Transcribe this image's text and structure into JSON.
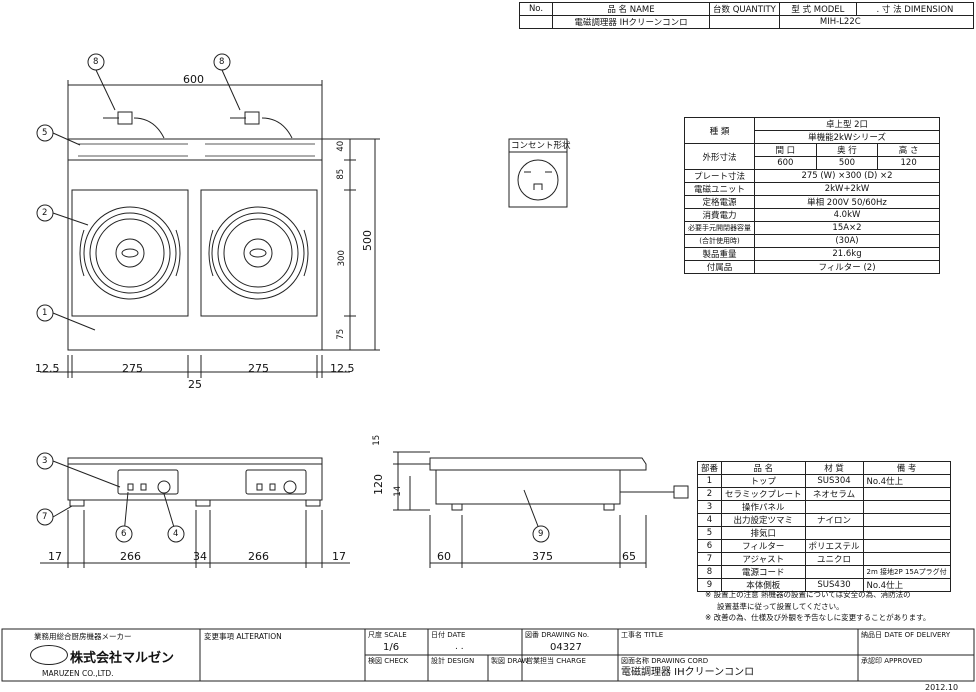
{
  "header": {
    "no_label": "No.",
    "name_label": "品 名 NAME",
    "qty_label": "台数 QUANTITY",
    "model_label": "型 式 MODEL",
    "dim_label": ". 寸 法 DIMENSION",
    "name_value": "電磁調理器 IHクリーンコンロ",
    "model_value": "MIH-L22C"
  },
  "dims": {
    "width": "600",
    "depth": "500",
    "d40": "40",
    "d85": "85",
    "d300": "300",
    "d75": "75",
    "left": "12.5",
    "w275a": "275",
    "w275b": "275",
    "right": "12.5",
    "gap": "25",
    "h15": "15",
    "h120": "120",
    "h14": "14",
    "f17a": "17",
    "f266a": "266",
    "f34": "34",
    "f266b": "266",
    "f17b": "17",
    "s60": "60",
    "s375": "375",
    "s65": "65"
  },
  "callouts": [
    "8",
    "8",
    "5",
    "2",
    "1",
    "3",
    "7",
    "6",
    "4",
    "9"
  ],
  "outlet": {
    "title": "コンセント形状"
  },
  "specs": {
    "type_label": "種 類",
    "type_value1": "卓上型 2口",
    "type_value2": "単機能2kWシリーズ",
    "outer_label": "外形寸法",
    "col1": "間 口",
    "col2": "奥 行",
    "col3": "高 さ",
    "v1": "600",
    "v2": "500",
    "v3": "120",
    "plate_label": "プレート寸法",
    "plate_value": "275 (W) ×300 (D) ×2",
    "unit_label": "電磁ユニット",
    "unit_value": "2kW+2kW",
    "power_label": "定格電源",
    "power_value": "単相 200V 50/60Hz",
    "consume_label": "消費電力",
    "consume_value": "4.0kW",
    "breaker_label1": "必要手元開閉器容量",
    "breaker_label2": "(合計使用時)",
    "breaker_value1": "15A×2",
    "breaker_value2": "(30A)",
    "weight_label": "製品重量",
    "weight_value": "21.6kg",
    "acc_label": "付属品",
    "acc_value": "フィルター (2)"
  },
  "parts": {
    "headers": [
      "部番",
      "品 名",
      "材 質",
      "備 考"
    ],
    "rows": [
      [
        "1",
        "トップ",
        "SUS304",
        "No.4仕上"
      ],
      [
        "2",
        "セラミックプレート",
        "ネオセラム",
        ""
      ],
      [
        "3",
        "操作パネル",
        "",
        ""
      ],
      [
        "4",
        "出力設定ツマミ",
        "ナイロン",
        ""
      ],
      [
        "5",
        "排気口",
        "",
        ""
      ],
      [
        "6",
        "フィルター",
        "ポリエステル",
        ""
      ],
      [
        "7",
        "アジャスト",
        "ユニクロ",
        ""
      ],
      [
        "8",
        "電源コード",
        "",
        "2m 接地2P 15Aプラグ付"
      ],
      [
        "9",
        "本体側板",
        "SUS430",
        "No.4仕上"
      ]
    ]
  },
  "notes": [
    "※ 設置上の注意 熱機器の設置については安全の為、消防法の",
    "設置基準に従って設置してください。",
    "※ 改善の為、仕様及び外観を予告なしに変更することがあります。"
  ],
  "title_block": {
    "maker_caption": "業務用総合厨房機器メーカー",
    "company": "株式会社マルゼン",
    "company_en": "MARUZEN CO.,LTD.",
    "alteration": "変更事項 ALTERATION",
    "scale_label": "尺度 SCALE",
    "scale_value": "1/6",
    "date_label": "日付 DATE",
    "date_value": ". .",
    "drawing_no_label": "図番 DRAWING No.",
    "drawing_no_value": "04327",
    "work_label": "工事名 TITLE",
    "delivery_label": "納品日 DATE OF DELIVERY",
    "check_label": "検図 CHECK",
    "design_label": "設計 DESIGN",
    "draw_label": "製図 DRAW",
    "charge_label": "営業担当 CHARGE",
    "cord_label": "図面名称 DRAWING CORD",
    "cord_value": "電磁調理器 IHクリーンコンロ",
    "approved_label": "承認印 APPROVED",
    "year": "2012.10"
  }
}
